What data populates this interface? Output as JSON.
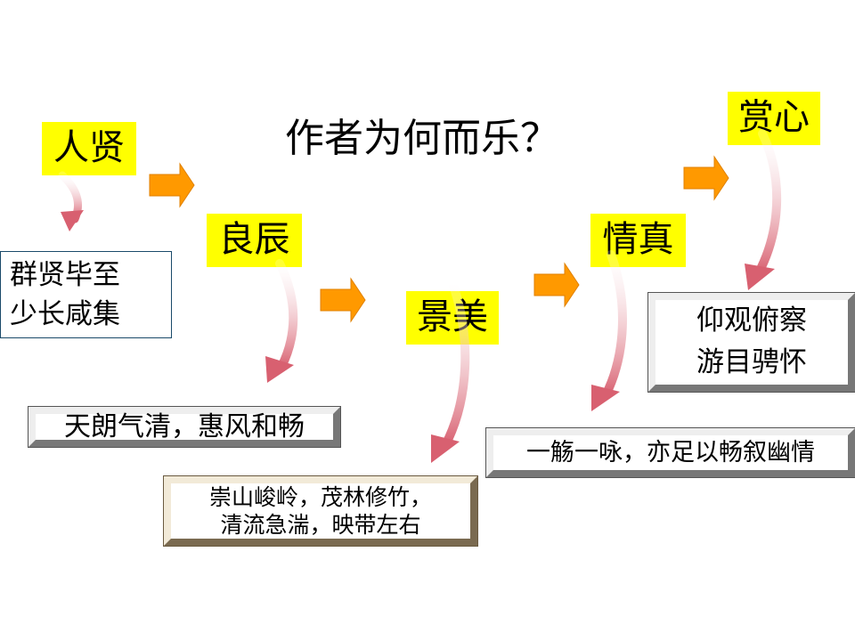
{
  "title": "作者为何而乐？",
  "keywords": {
    "renxian": "人贤",
    "liangchen": "良辰",
    "jingmei": "景美",
    "qingzhen": "情真",
    "shangxin": "赏心"
  },
  "quotes": {
    "renxian": [
      "群贤毕至",
      "少长咸集"
    ],
    "liangchen": "天朗气清，惠风和畅",
    "jingmei": [
      "崇山峻岭，茂林修竹，",
      "清流急湍，映带左右"
    ],
    "qingzhen": "一觞一咏，亦足以畅叙幽情",
    "shangxin": [
      "仰观俯察",
      "游目骋怀"
    ]
  },
  "colors": {
    "keyword_bg": "#ffff00",
    "arrow": "#ff9900",
    "curve": "#e08088"
  }
}
